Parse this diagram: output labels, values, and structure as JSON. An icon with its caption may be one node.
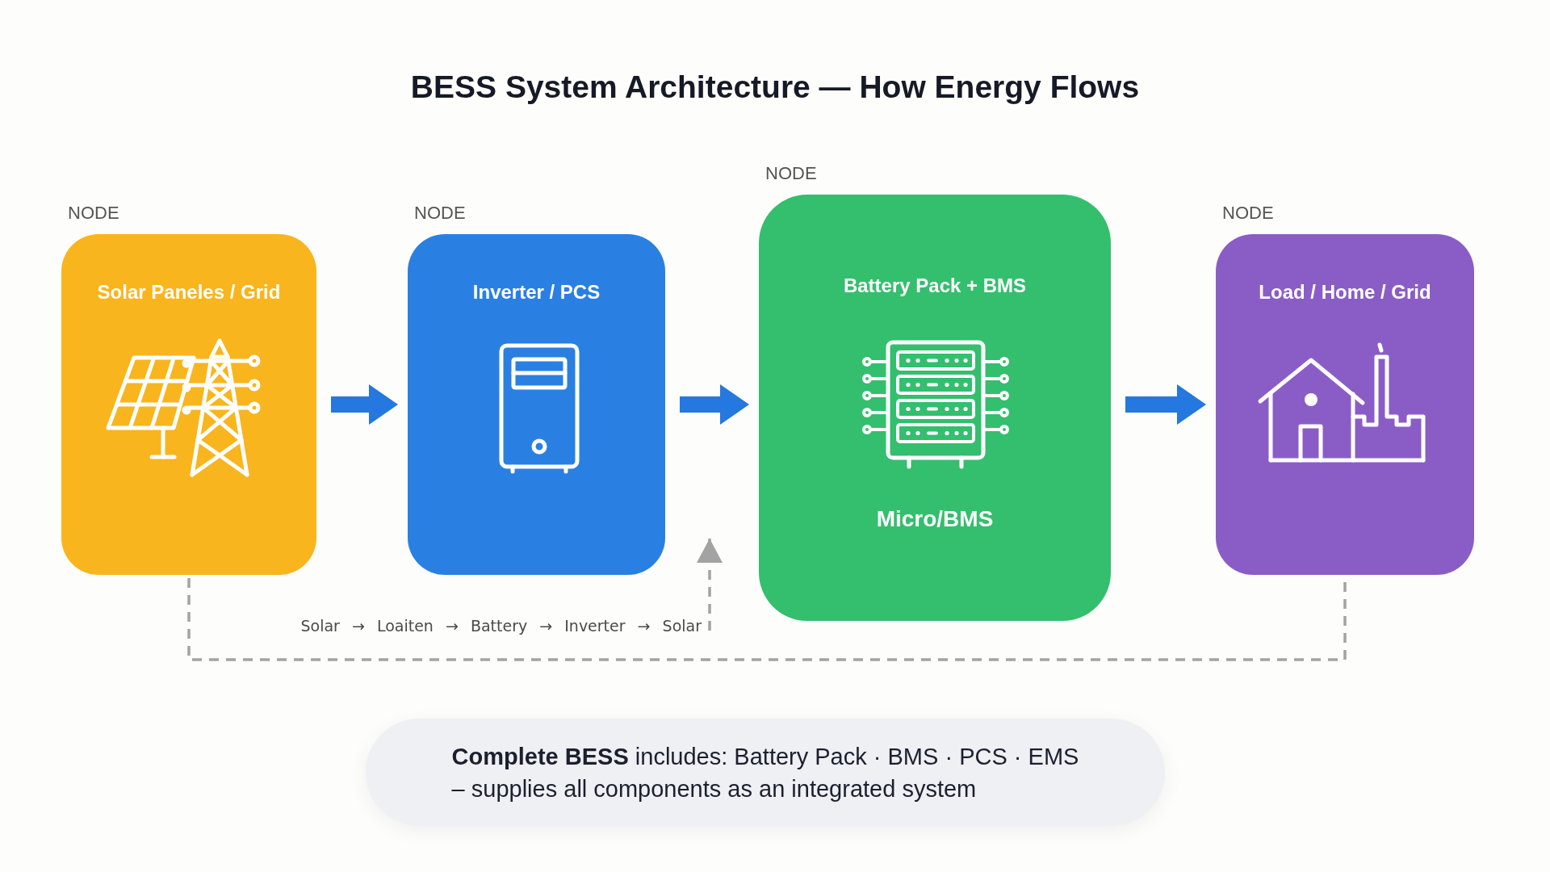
{
  "diagram": {
    "title": "BESS System Architecture — How Energy Flows",
    "nodes": [
      {
        "text": [
          "NODE",
          "Solar Paneles / Grid"
        ]
      },
      {
        "text": [
          "NODE",
          "Inverter / PCS"
        ]
      },
      {
        "text": [
          "NODE",
          "Battery Pack + BMS",
          "Micro/BMS"
        ]
      },
      {
        "text": [
          "NODE",
          "Load / Home / Grid"
        ]
      },
      {
        "text": [
          "Solar → Loaiten → Battery → Inverter → Solar"
        ]
      },
      {
        "text": [
          "**Complete BESS** includes: Battery Pack · BMS · PCS · EMS",
          "– supplies all components as an integrated system"
        ]
      }
    ],
    "edges": [
      {
        "from": 0,
        "to": 1,
        "arrow": "to"
      },
      {
        "from": 1,
        "to": 2,
        "arrow": "to"
      },
      {
        "from": 2,
        "to": 3,
        "arrow": "to"
      },
      {
        "from": 0,
        "to": 3,
        "arrow": "none",
        "style": "dashed",
        "color": "#a3a3a3"
      },
      {
        "from": 4,
        "to": null,
        "arrow": "to",
        "style": "dashed",
        "color": "#a3a3a3"
      }
    ]
  }
}
